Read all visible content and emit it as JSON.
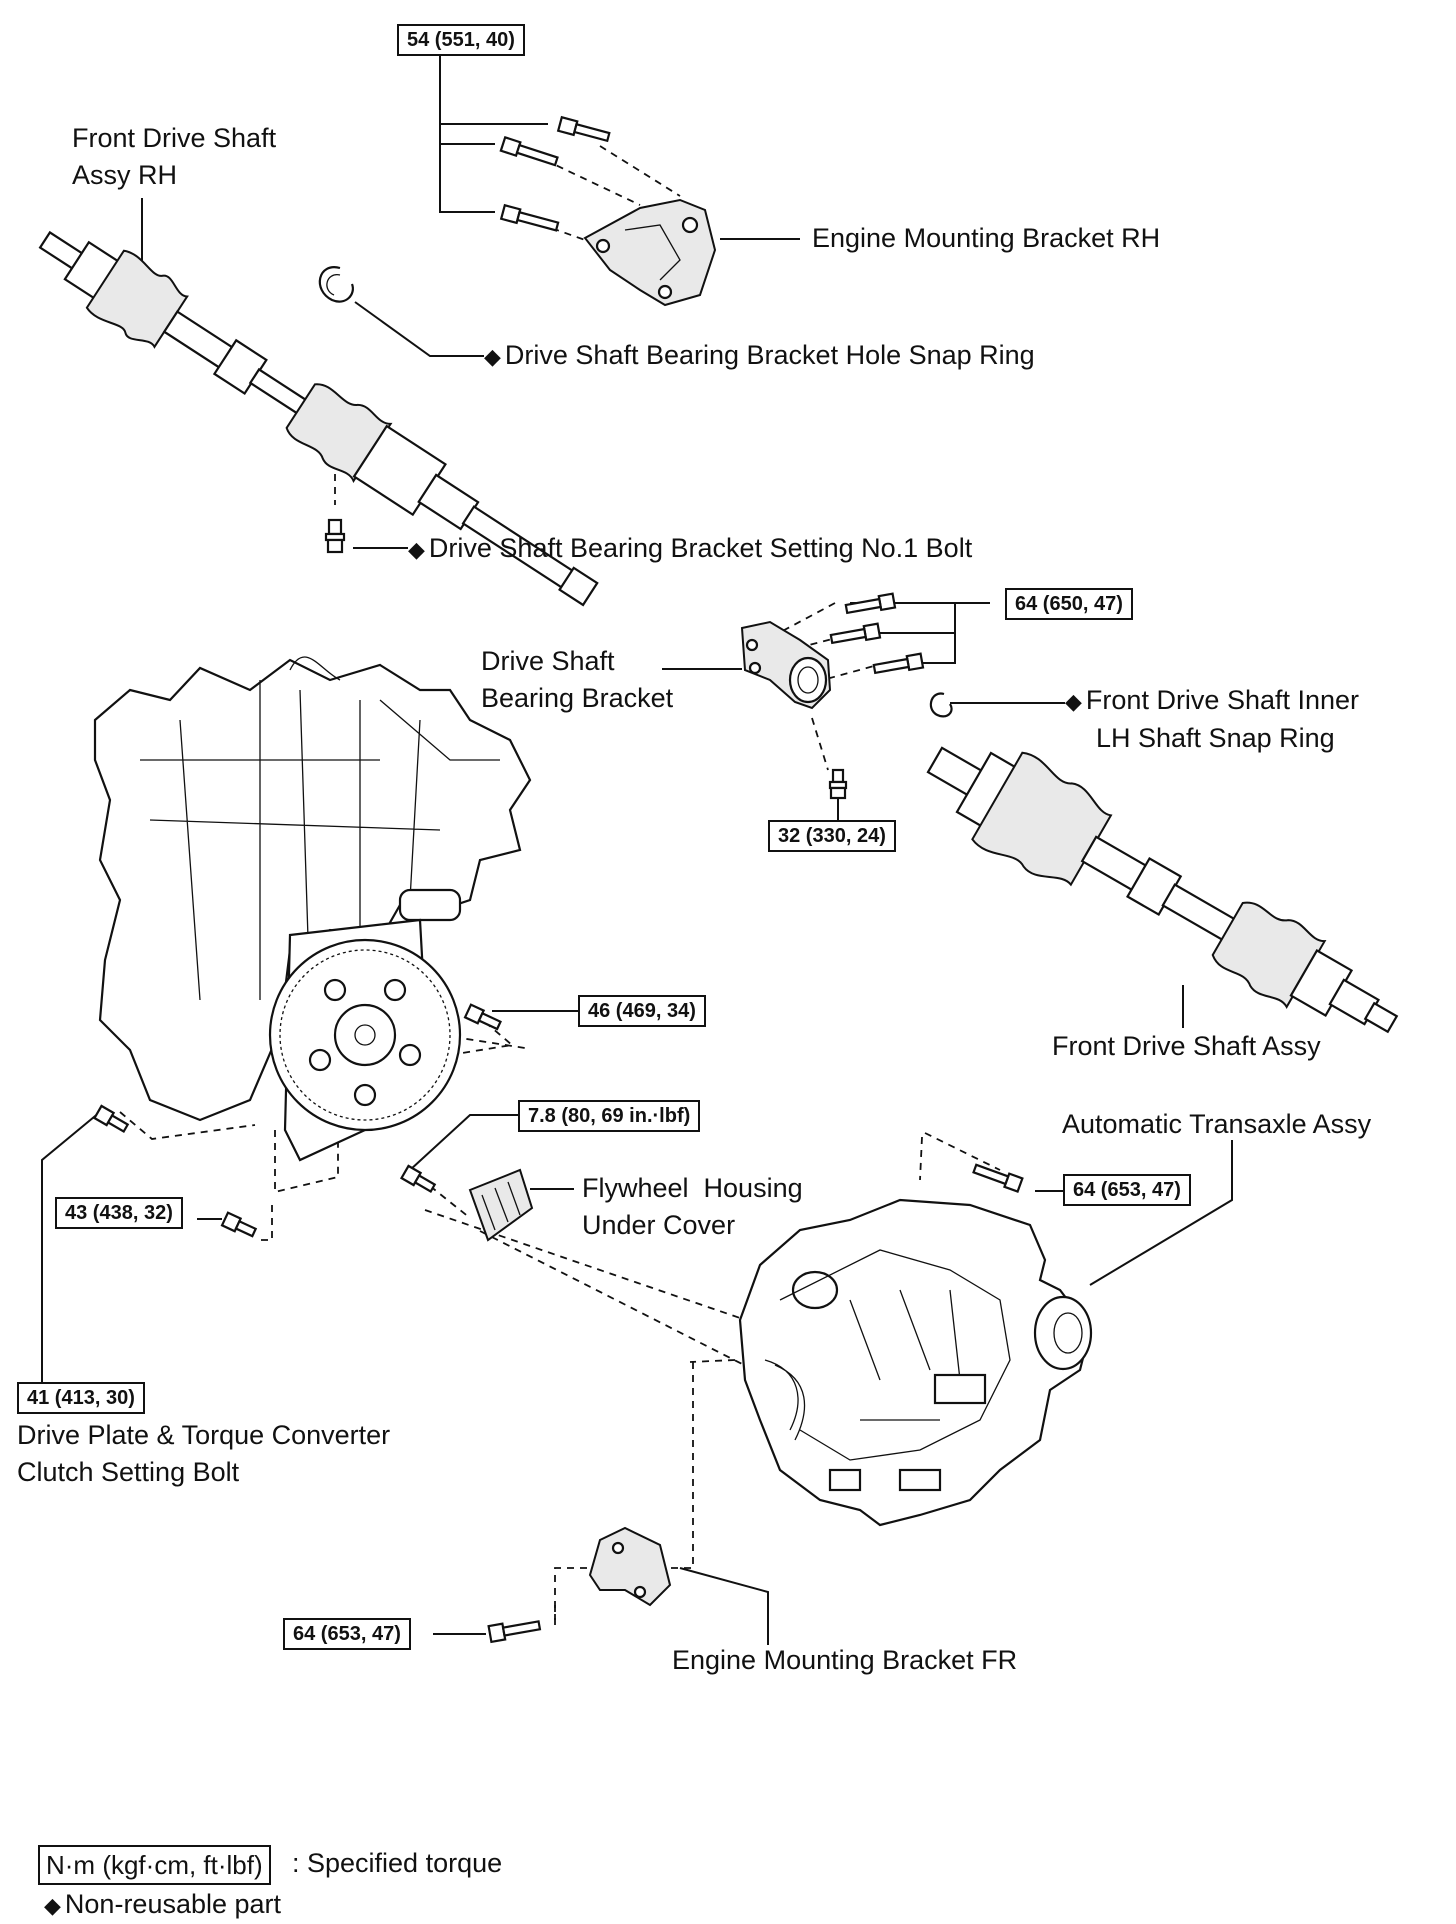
{
  "labels": {
    "front_drive_shaft_rh_l1": "Front Drive Shaft",
    "front_drive_shaft_rh_l2": "Assy RH",
    "engine_mounting_bracket_rh": "Engine Mounting Bracket RH",
    "snap_ring_hole": "Drive Shaft Bearing Bracket Hole Snap Ring",
    "setting_bolt": "Drive Shaft Bearing Bracket Setting No.1 Bolt",
    "bearing_bracket_l1": "Drive Shaft",
    "bearing_bracket_l2": "Bearing Bracket",
    "inner_snap_ring_l1": "Front Drive Shaft Inner",
    "inner_snap_ring_l2": "LH Shaft Snap Ring",
    "front_drive_shaft_assy": "Front Drive Shaft Assy",
    "automatic_transaxle": "Automatic Transaxle Assy",
    "flywheel_cover_l1": "Flywheel  Housing",
    "flywheel_cover_l2": "Under Cover",
    "drive_plate_bolt_l1": "Drive Plate & Torque Converter",
    "drive_plate_bolt_l2": "Clutch Setting Bolt",
    "engine_mounting_bracket_fr": "Engine Mounting Bracket FR"
  },
  "torques": {
    "t1": "54 (551, 40)",
    "t2": "64 (650, 47)",
    "t3": "32 (330, 24)",
    "t4": "46 (469, 34)",
    "t5": "7.8 (80, 69 in.·lbf)",
    "t6": "64 (653, 47)",
    "t7": "43 (438, 32)",
    "t8": "41 (413, 30)",
    "t9": "64 (653, 47)"
  },
  "legend": {
    "unit_box": "N·m (kgf·cm, ft·lbf)",
    "unit_text": ": Specified torque",
    "nonreusable": "Non-reusable part"
  },
  "symbols": {
    "nonreusable_marker": "◆"
  }
}
